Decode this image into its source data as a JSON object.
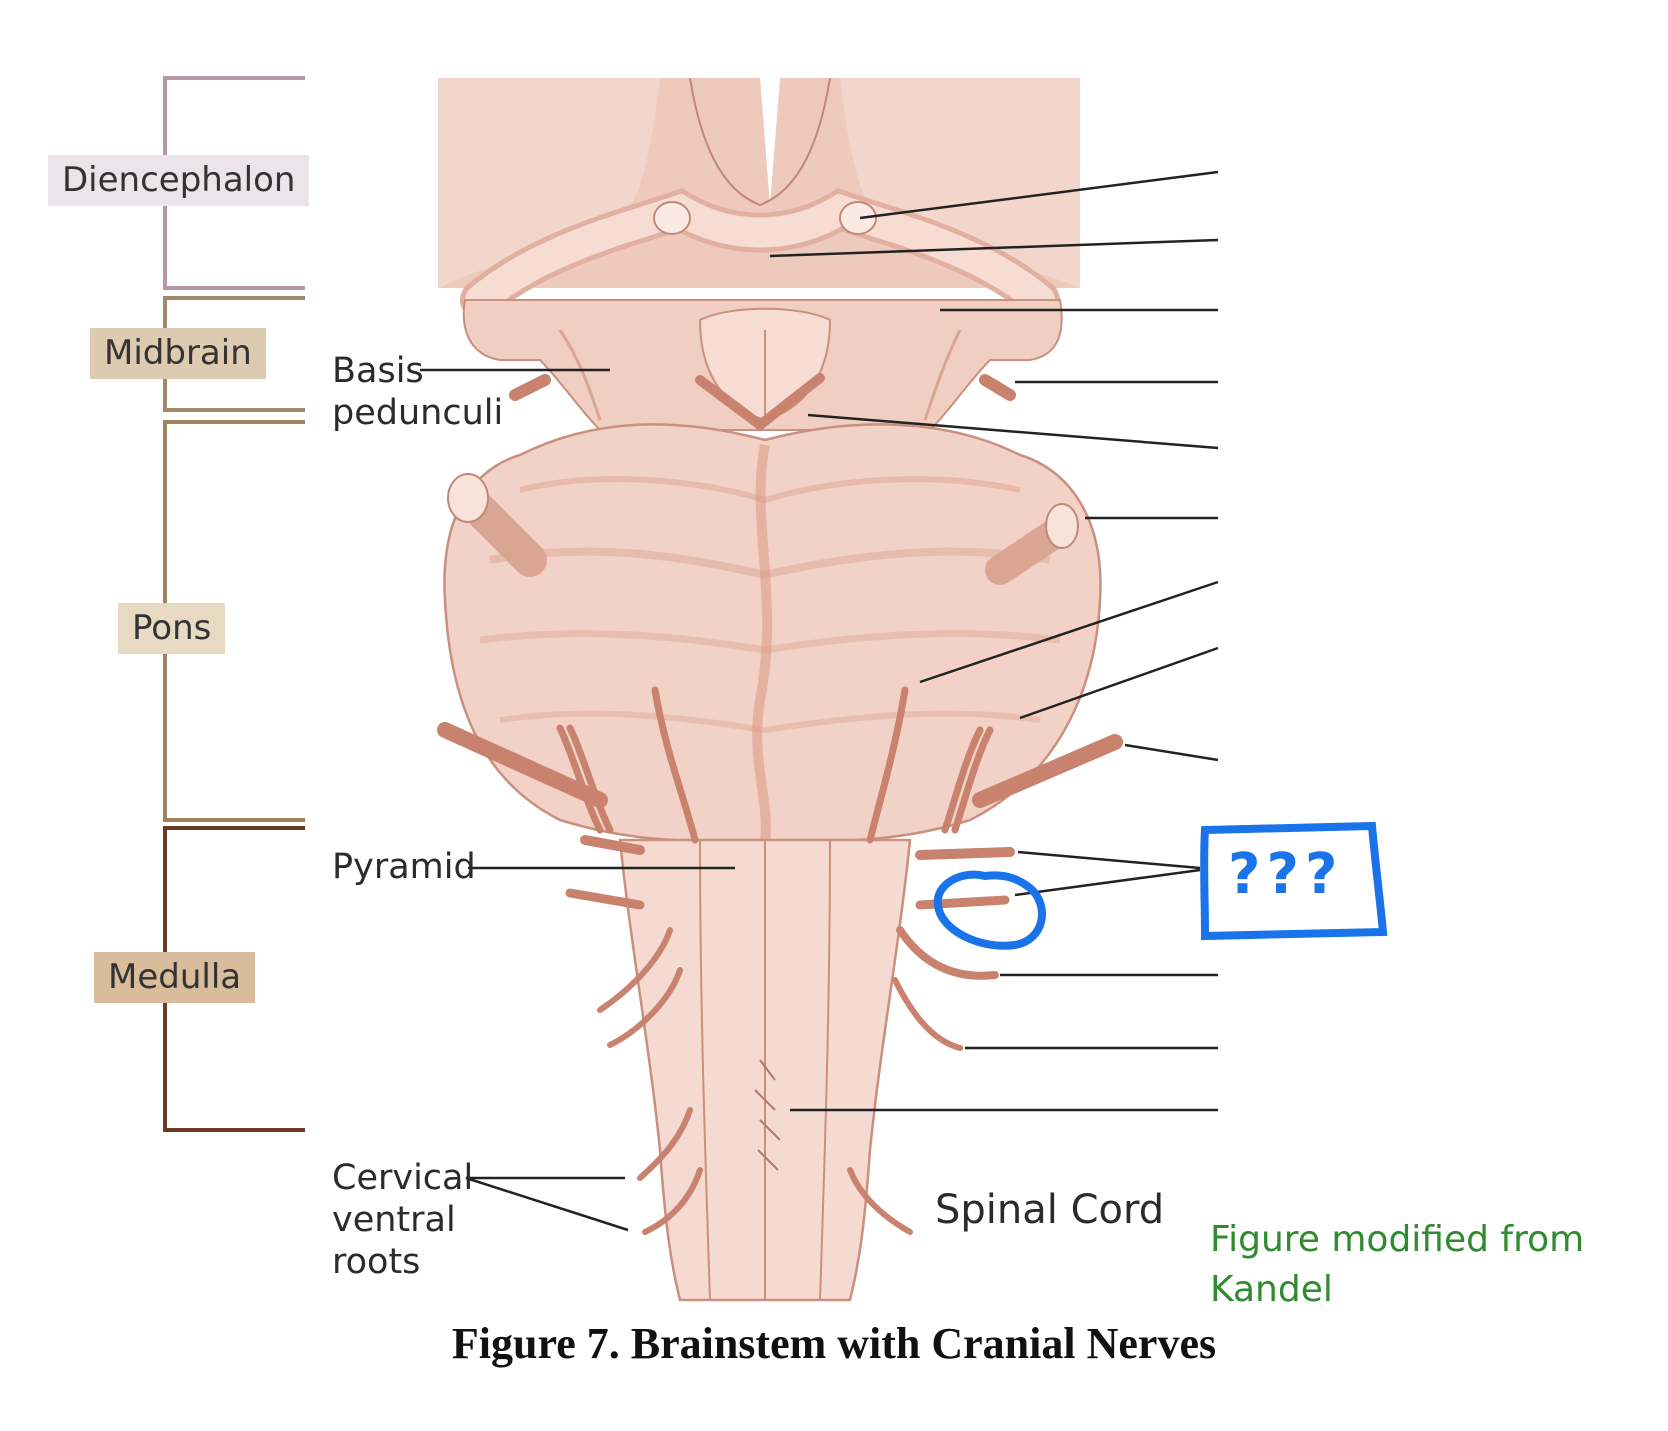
{
  "regions": [
    {
      "label": "Diencephalon",
      "color": "#b898a8",
      "box": "#ece4e8"
    },
    {
      "label": "Midbrain",
      "color": "#a08868",
      "box": "#dccbb0"
    },
    {
      "label": "Pons",
      "color": "#a0835c",
      "box": "#e8d9c3"
    },
    {
      "label": "Medulla",
      "color": "#6b3a22",
      "box": "#d8bc9b"
    }
  ],
  "labels": {
    "basis": [
      "Basis",
      "pedunculi"
    ],
    "pyramid": "Pyramid",
    "cervical": [
      "Cervical",
      "ventral",
      "roots"
    ],
    "spinal_cord": "Spinal Cord"
  },
  "annotation": {
    "text": "???",
    "color": "#1a73e8"
  },
  "caption": "Figure 7.  Brainstem with Cranial Nerves",
  "credit": [
    "Figure modified from",
    "Kandel"
  ],
  "colors": {
    "tissue": "#f2d2c6",
    "tissue_dark": "#e0aa98",
    "nerve": "#c9826e",
    "leader": "#222222"
  }
}
